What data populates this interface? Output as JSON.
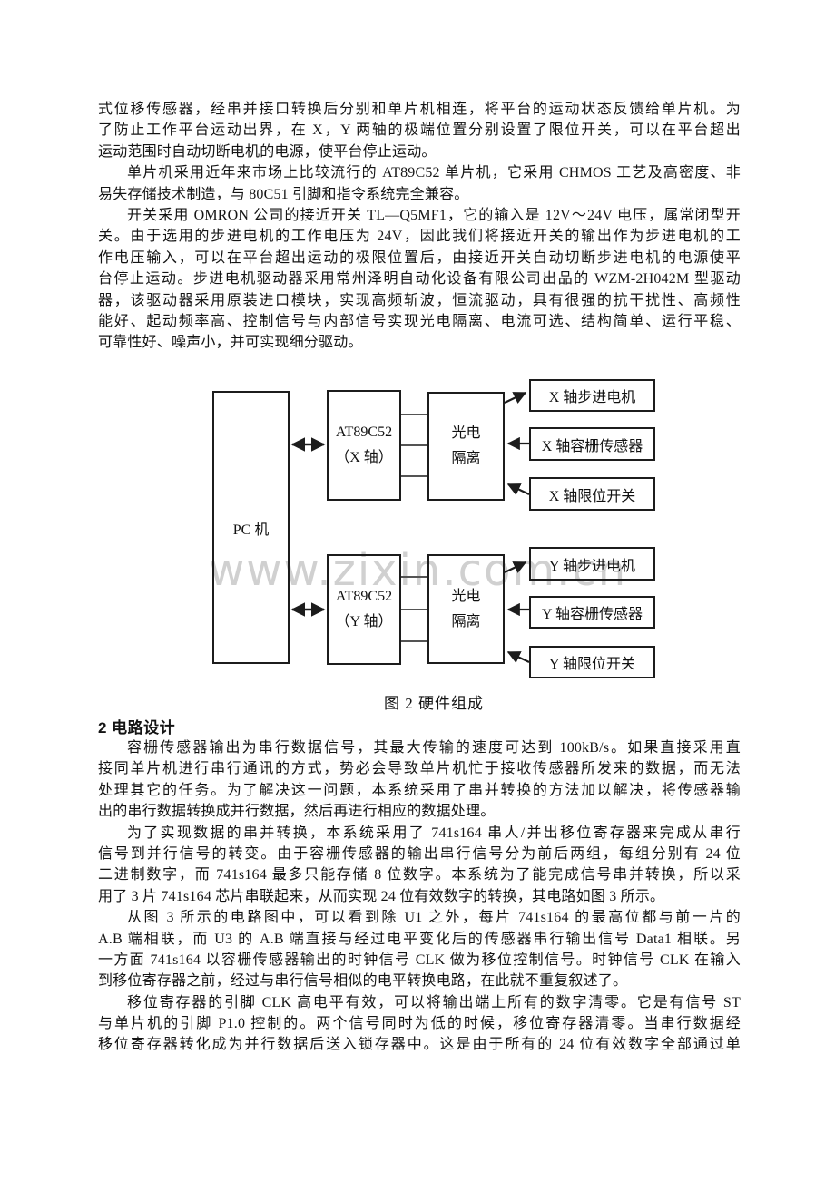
{
  "colors": {
    "background": "#ffffff",
    "text": "#141414",
    "diagram_border": "#1c1c1c",
    "watermark": "#d0d0d0"
  },
  "body_top": {
    "paragraphs": [
      {
        "lines": [
          "式位移传感器，经串并接口转换后分别和单片机相连，将平台的运动状态反馈给单片机。为",
          "了防止工作平台运动出界，在 X，Y 两轴的极端位置分别设置了限位开关，可以在平台超出",
          "运动范围时自动切断电机的电源，使平台停止运动。"
        ]
      },
      {
        "lines": [
          "单片机采用近年来市场上比较流行的 AT89C52 单片机，它采用 CHMOS 工艺及高密度、非",
          "易失存储技术制造，与 80C51 引脚和指令系统完全兼容。"
        ]
      },
      {
        "lines": [
          "开关采用 OMRON 公司的接近开关 TL—Q5MF1，它的输入是 12V～24V 电压，属常闭型开",
          "关。由于选用的步进电机的工作电压为 24V，因此我们将接近开关的输出作为步进电机的工",
          "作电压输入，可以在平台超出运动的极限位置后，由接近开关自动切断步进电机的电源使平",
          "台停止运动。步进电机驱动器采用常州泽明自动化设备有限公司出品的 WZM-2H042M 型驱动",
          "器，该驱动器采用原装进口模块，实现高频斩波，恒流驱动，具有很强的抗干扰性、高频性",
          "能好、起动频率高、控制信号与内部信号实现光电隔离、电流可选、结构简单、运行平稳、",
          "可靠性好、噪声小，并可实现细分驱动。"
        ]
      }
    ]
  },
  "figure": {
    "caption": "图 2 硬件组成",
    "watermark": "www.zixin.com.cn",
    "boxes": {
      "pc": {
        "label": "PC 机"
      },
      "mcu_x": {
        "line1": "AT89C52",
        "line2": "（X 轴）"
      },
      "iso_x": {
        "line1": "光电",
        "line2": "隔离"
      },
      "motor_x": {
        "label": "X 轴步进电机"
      },
      "sensor_x": {
        "label": "X 轴容栅传感器"
      },
      "limit_x": {
        "label": "X 轴限位开关"
      },
      "mcu_y": {
        "line1": "AT89C52",
        "line2": "（Y 轴）"
      },
      "iso_y": {
        "line1": "光电",
        "line2": "隔离"
      },
      "motor_y": {
        "label": "Y 轴步进电机"
      },
      "sensor_y": {
        "label": "Y 轴容栅传感器"
      },
      "limit_y": {
        "label": "Y 轴限位开关"
      }
    }
  },
  "section": {
    "heading": "2 电路设计"
  },
  "body_bottom": {
    "paragraphs": [
      {
        "lines": [
          "容栅传感器输出为串行数据信号，其最大传输的速度可达到 100kB/s。如果直接采用直",
          "接同单片机进行串行通讯的方式，势必会导致单片机忙于接收传感器所发来的数据，而无法",
          "处理其它的任务。为了解决这一问题，本系统采用了串并转换的方法加以解决，将传感器输",
          "出的串行数据转换成并行数据，然后再进行相应的数据处理。"
        ]
      },
      {
        "lines": [
          "为了实现数据的串并转换，本系统采用了 741s164 串人/并出移位寄存器来完成从串行",
          "信号到并行信号的转变。由于容栅传感器的输出串行信号分为前后两组，每组分别有 24 位",
          "二进制数字，而 741s164 最多只能存储 8 位数字。本系统为了能完成信号串并转换，所以采",
          "用了 3 片 741s164 芯片串联起来，从而实现 24 位有效数字的转换，其电路如图 3 所示。"
        ]
      },
      {
        "lines": [
          "从图 3 所示的电路图中，可以看到除 U1 之外，每片 741s164 的最高位都与前一片的",
          "A.B 端相联，而 U3 的 A.B 端直接与经过电平变化后的传感器串行输出信号 Data1 相联。另",
          "一方面 741s164 以容栅传感器输出的时钟信号 CLK 做为移位控制信号。时钟信号 CLK 在输入",
          "到移位寄存器之前，经过与串行信号相似的电平转换电路，在此就不重复叙述了。"
        ]
      },
      {
        "lines": [
          "移位寄存器的引脚 CLK 高电平有效，可以将输出端上所有的数字清零。它是有信号 ST",
          "与单片机的引脚 P1.0 控制的。两个信号同时为低的时候，移位寄存器清零。当串行数据经",
          "移位寄存器转化成为并行数据后送入锁存器中。这是由于所有的 24 位有效数字全部通过单"
        ]
      }
    ]
  }
}
